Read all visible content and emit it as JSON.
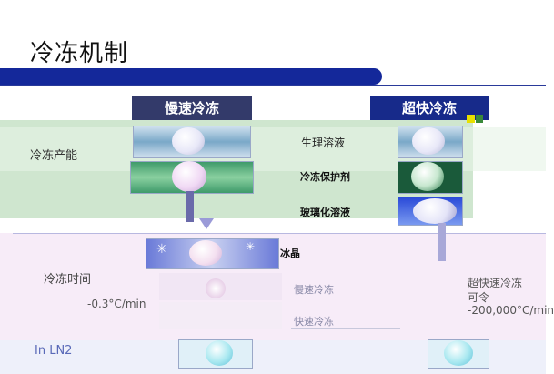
{
  "title": "冷冻机制",
  "methods": {
    "slow": "慢速冷冻",
    "fast": "超快冷冻"
  },
  "rows": {
    "protectant": "冷冻产能",
    "time": "冷冻时间",
    "ln2": "In LN2"
  },
  "labels": {
    "physiological": "生理溶液",
    "cryoprotectant": "冷冻保护剂",
    "vitrification": "玻璃化溶液",
    "ice_crystal": "冰晶",
    "slow_cooling": "慢速冷冻",
    "fast_cooling": "快速冷冻"
  },
  "rates": {
    "slow": "-0.3°C/min",
    "fast_title": "超快速冷冻",
    "fast_sub": "可令",
    "fast": "-200,000°C/min"
  },
  "colors": {
    "title_bar": "#14289a",
    "slow_header": "#333a6a",
    "fast_header": "#172a8a",
    "protectant_band": "#cfe6cf",
    "time_band": "#f7ecf8"
  }
}
